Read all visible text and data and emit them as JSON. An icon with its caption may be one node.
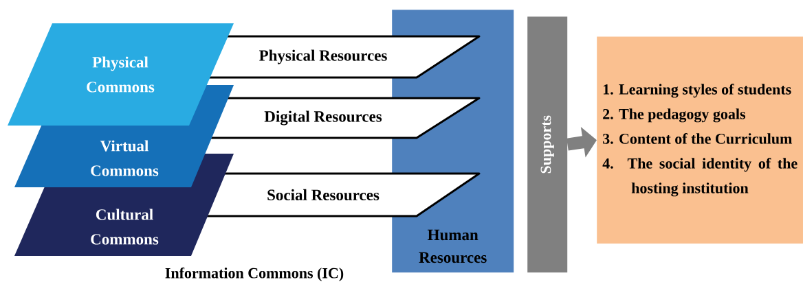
{
  "diagram": {
    "caption": "Information Commons (IC)",
    "nodes": [
      {
        "text": [
          "Physical Commons"
        ]
      },
      {
        "text": [
          "Virtual Commons"
        ]
      },
      {
        "text": [
          "Cultural Commons"
        ]
      },
      {
        "text": [
          "Physical Resources"
        ]
      },
      {
        "text": [
          "Digital Resources"
        ]
      },
      {
        "text": [
          "Social Resources"
        ]
      },
      {
        "text": [
          "Human Resources"
        ]
      },
      {
        "text": [
          "Supports"
        ]
      },
      {
        "text": [
          "1. Learning styles of students",
          "2. The pedagogy goals",
          "3. Content of the Curriculum",
          "4. The social identity of the hosting institution"
        ]
      }
    ],
    "edges": [
      {
        "from": 7,
        "to": 8,
        "arrow": "to",
        "color": "#808080"
      }
    ]
  }
}
